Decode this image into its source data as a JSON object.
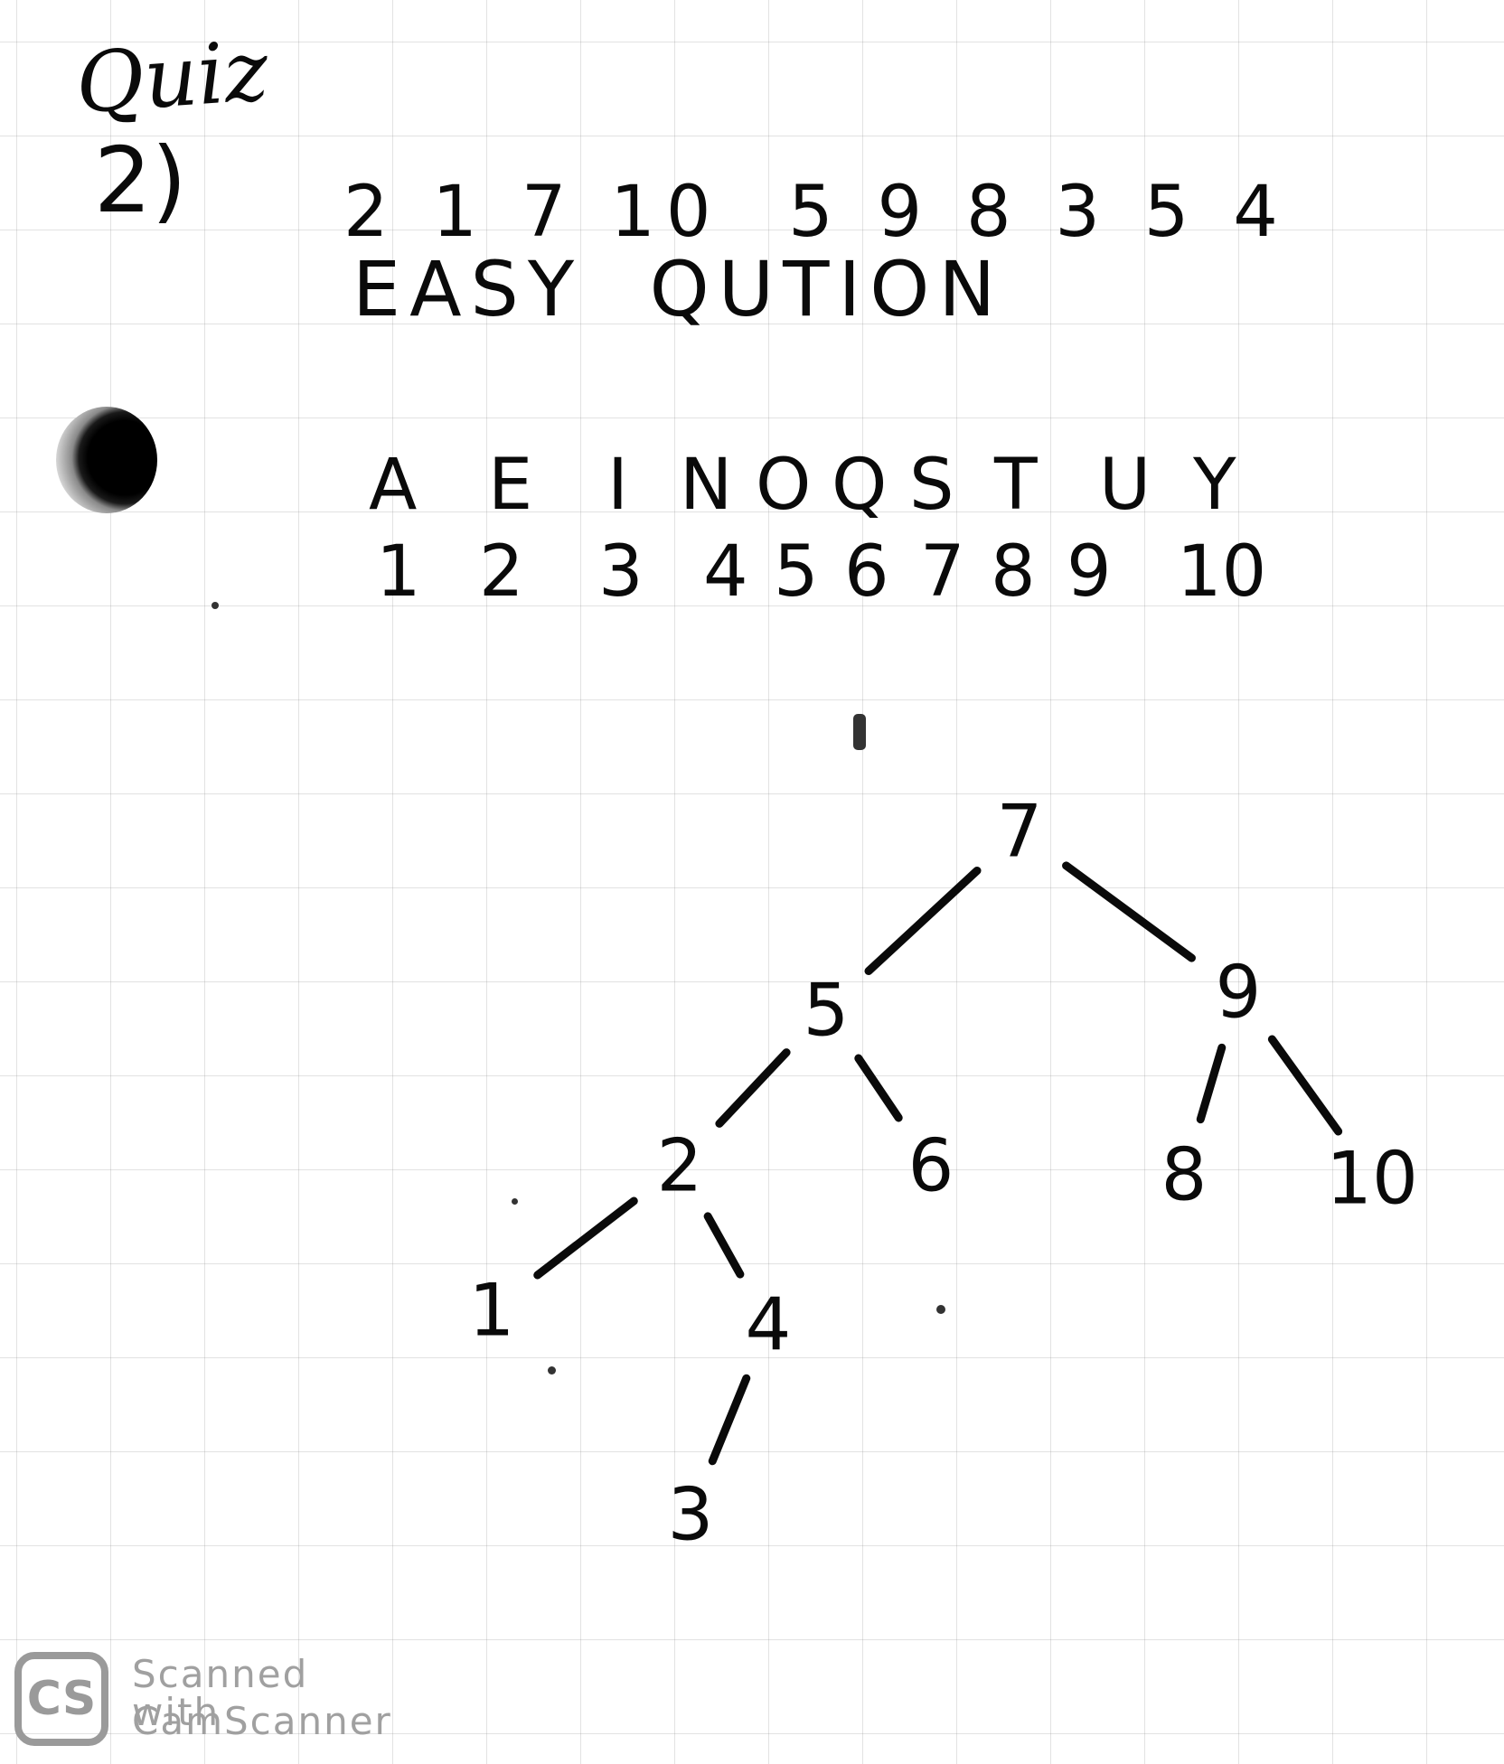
{
  "title": "Quiz",
  "question_number": "2)",
  "sequence": "2 1 7 10  5 9 8 3 5 4",
  "phrase": "EASY  QUTION",
  "key": {
    "letters": [
      "A",
      "E",
      "I",
      "N",
      "O",
      "Q",
      "S",
      "T",
      "U",
      "Y"
    ],
    "numbers": [
      "1",
      "2",
      "3",
      "4",
      "5",
      "6",
      "7",
      "8",
      "9",
      "10"
    ]
  },
  "tree": {
    "root": "7",
    "nodes": [
      "7",
      "5",
      "9",
      "2",
      "6",
      "8",
      "10",
      "1",
      "4",
      "3"
    ],
    "edges": [
      [
        "7",
        "5"
      ],
      [
        "7",
        "9"
      ],
      [
        "5",
        "2"
      ],
      [
        "5",
        "6"
      ],
      [
        "9",
        "8"
      ],
      [
        "9",
        "10"
      ],
      [
        "2",
        "1"
      ],
      [
        "2",
        "4"
      ],
      [
        "4",
        "3"
      ]
    ]
  },
  "watermark": {
    "badge": "CS",
    "line1": "Scanned with",
    "line2": "CamScanner"
  }
}
